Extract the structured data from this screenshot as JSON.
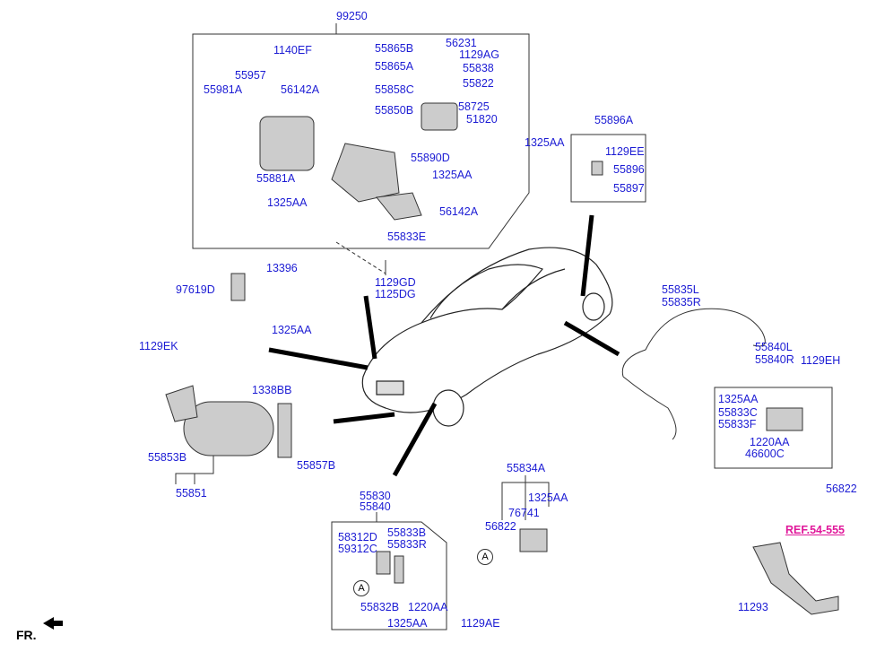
{
  "labels": {
    "l99250": "99250",
    "l1140EF": "1140EF",
    "l55865B": "55865B",
    "l56231": "56231",
    "l1129AG": "1129AG",
    "l55957": "55957",
    "l56142A_1": "56142A",
    "l55865A": "55865A",
    "l55838": "55838",
    "l55822": "55822",
    "l55981A": "55981A",
    "l55858C": "55858C",
    "l58725": "58725",
    "l55850B": "55850B",
    "l51820": "51820",
    "l55896A": "55896A",
    "l1325AA_1": "1325AA",
    "l1129EE": "1129EE",
    "l55896": "55896",
    "l55897": "55897",
    "l55881A": "55881A",
    "l55890D": "55890D",
    "l1325AA_2": "1325AA",
    "l1325AA_3": "1325AA",
    "l56142A_2": "56142A",
    "l55833E": "55833E",
    "l1129GD": "1129GD",
    "l1125DG": "1125DG",
    "l13396": "13396",
    "l97619D": "97619D",
    "l55835L": "55835L",
    "l55835R": "55835R",
    "l1325AA_4": "1325AA",
    "l1129EK": "1129EK",
    "l55840L": "55840L",
    "l55840R": "55840R",
    "l1129EH": "1129EH",
    "l1338BB": "1338BB",
    "l1325AA_5": "1325AA",
    "l55833C": "55833C",
    "l55833F": "55833F",
    "l1220AA_1": "1220AA",
    "l46600C": "46600C",
    "l55853B": "55853B",
    "l55857B": "55857B",
    "l55834A": "55834A",
    "l56822_1": "56822",
    "l55851": "55851",
    "l55830": "55830",
    "l55840": "55840",
    "l1325AA_6": "1325AA",
    "l76741": "76741",
    "l56822_2": "56822",
    "l58312D": "58312D",
    "l55833B": "55833B",
    "l59312C": "59312C",
    "l55833R": "55833R",
    "l55832B": "55832B",
    "l1220AA_2": "1220AA",
    "l1325AA_7": "1325AA",
    "l1129AE": "1129AE",
    "l11293": "11293"
  },
  "reference_link": "REF.54-555",
  "callout_a": "A",
  "front_marker": "FR.",
  "colors": {
    "label": "#1c1cd4",
    "reference": "#e0189a",
    "lines": "#333333"
  }
}
